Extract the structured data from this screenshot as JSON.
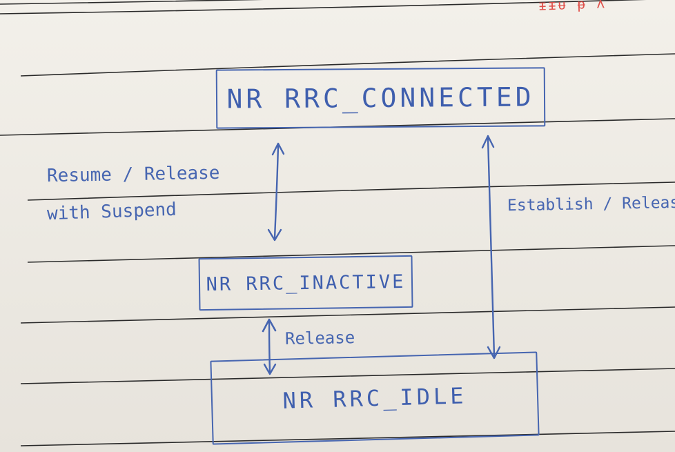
{
  "diagram": {
    "states": {
      "connected": "NR RRC_CONNECTED",
      "inactive": "NR RRC_INACTIVE",
      "idle": "NR RRC_IDLE"
    },
    "transitions": {
      "connected_inactive_line1": "Resume / Release",
      "connected_inactive_line2": "with Suspend",
      "connected_idle": "Establish / Release",
      "inactive_idle": "Release"
    }
  },
  "colors": {
    "ink": "#4665b0",
    "rule_lines": "#2b2b2b",
    "red_scribble": "#e0514b"
  }
}
